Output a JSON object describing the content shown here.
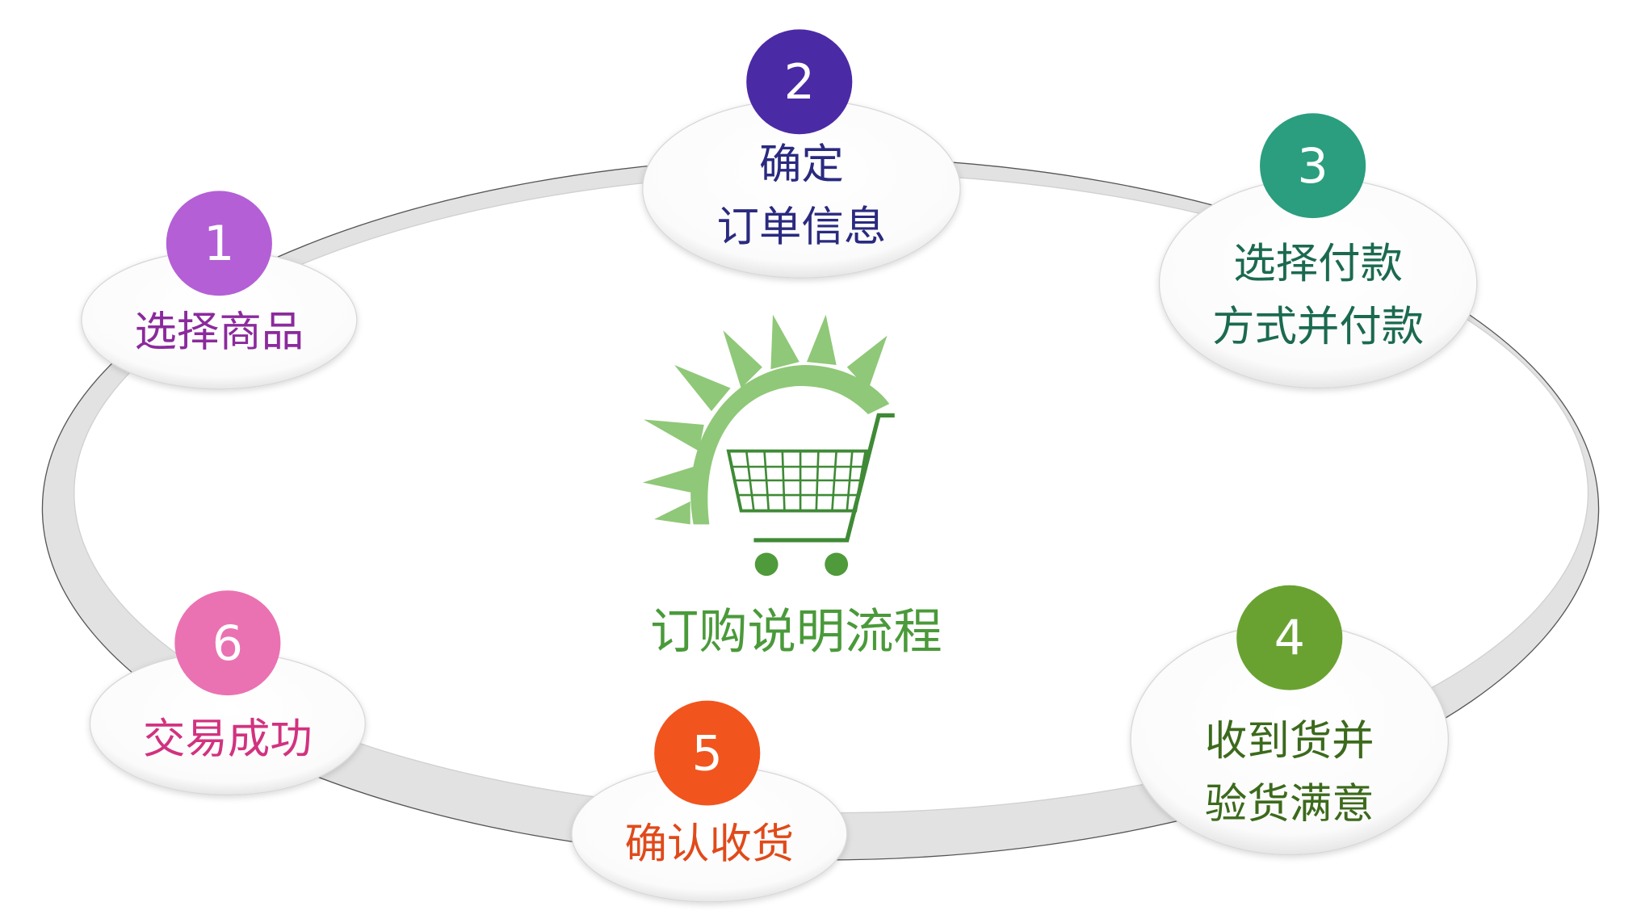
{
  "title": "订购说明流程",
  "steps": [
    {
      "number": "1",
      "lines": [
        "选择商品"
      ],
      "badge_color": "#b45fd6",
      "text_color": "#8b2a9c"
    },
    {
      "number": "2",
      "lines": [
        "确定",
        "订单信息"
      ],
      "badge_color": "#4b2aa6",
      "text_color": "#2a2a80"
    },
    {
      "number": "3",
      "lines": [
        "选择付款",
        "方式并付款"
      ],
      "badge_color": "#2a9e7e",
      "text_color": "#1b6a50"
    },
    {
      "number": "4",
      "lines": [
        "收到货并",
        "验货满意"
      ],
      "badge_color": "#6aa232",
      "text_color": "#3c6a1c"
    },
    {
      "number": "5",
      "lines": [
        "确认收货"
      ],
      "badge_color": "#f2541e",
      "text_color": "#e04a1a"
    },
    {
      "number": "6",
      "lines": [
        "交易成功"
      ],
      "badge_color": "#ea72b2",
      "text_color": "#d2327f"
    }
  ],
  "accent_green": "#4a9a3a"
}
